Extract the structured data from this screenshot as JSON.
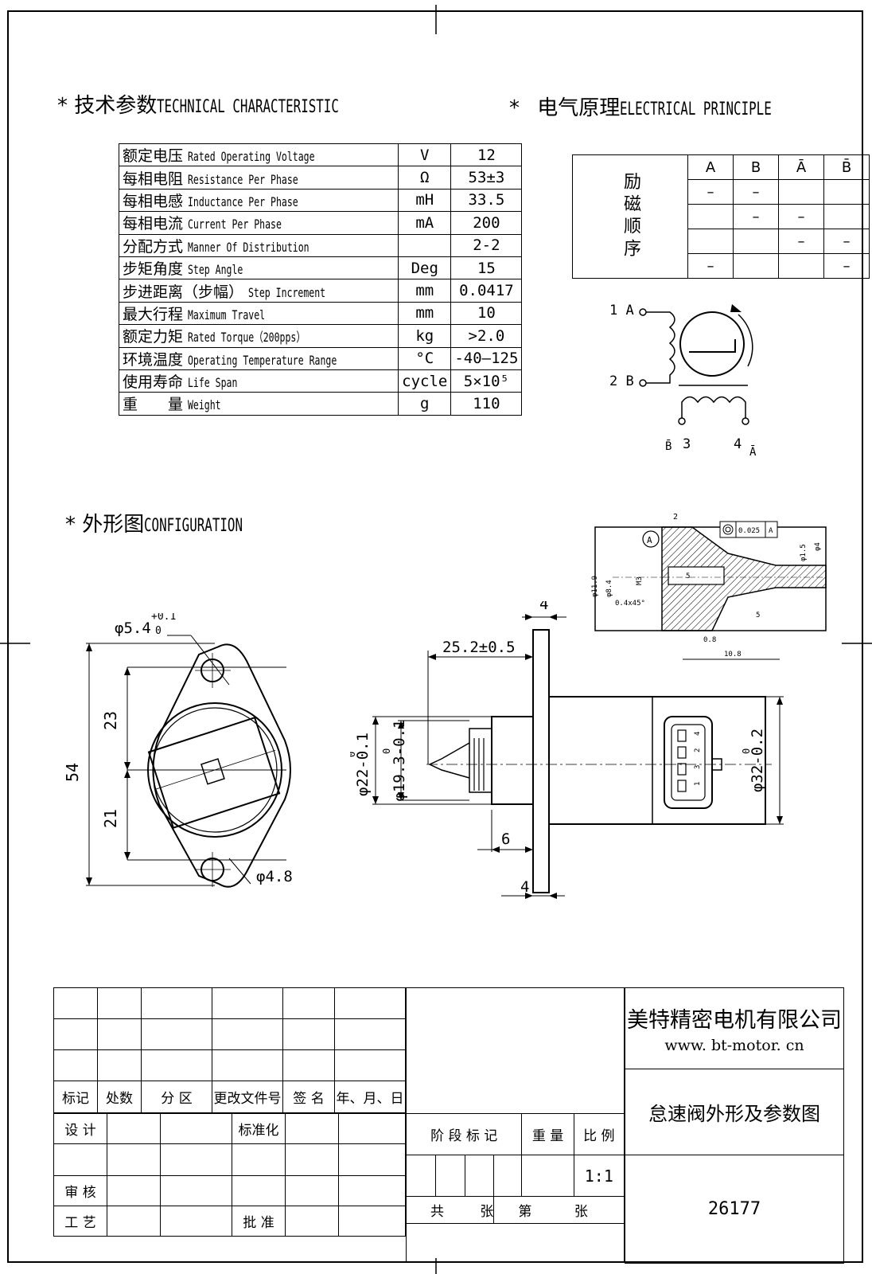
{
  "headings": {
    "tech_star": "*",
    "tech_cn": "技术参数",
    "tech_en": "TECHNICAL CHARACTERISTIC",
    "elec_star": "*",
    "elec_cn": "电气原理",
    "elec_en": "ELECTRICAL PRINCIPLE",
    "config_star": "*",
    "config_cn": "外形图",
    "config_en": "CONFIGURATION"
  },
  "specs": [
    {
      "cn": "额定电压",
      "en": "Rated Operating Voltage",
      "unit": "V",
      "value": "12"
    },
    {
      "cn": "每相电阻",
      "en": "Resistance Per Phase",
      "unit": "Ω",
      "value": "53±3"
    },
    {
      "cn": "每相电感",
      "en": "Inductance Per Phase",
      "unit": "mH",
      "value": "33.5"
    },
    {
      "cn": "每相电流",
      "en": "Current Per Phase",
      "unit": "mA",
      "value": "200"
    },
    {
      "cn": "分配方式",
      "en": "Manner Of Distribution",
      "unit": "",
      "value": "2-2"
    },
    {
      "cn": "步矩角度",
      "en": "Step Angle",
      "unit": "Deg",
      "value": "15"
    },
    {
      "cn": "步进距离（步幅）",
      "en": "Step Increment",
      "unit": "mm",
      "value": "0.0417"
    },
    {
      "cn": "最大行程",
      "en": "Maximum Travel",
      "unit": "mm",
      "value": "10"
    },
    {
      "cn": "额定力矩",
      "en": "Rated Torque（200pps）",
      "unit": "kg",
      "value": ">2.0"
    },
    {
      "cn": "环境温度",
      "en": "Operating Temperature Range",
      "unit": "°C",
      "value": "-40—125"
    },
    {
      "cn": "使用寿命",
      "en": "Life Span",
      "unit": "cycle",
      "value": "5×10⁵"
    },
    {
      "cn": "重　　量",
      "en": "Weight",
      "unit": "g",
      "value": "110"
    }
  ],
  "phase_table": {
    "label": "励磁顺序",
    "headers": [
      "A",
      "B",
      "Ā",
      "B̄"
    ],
    "rows": [
      [
        "–",
        "–",
        "",
        ""
      ],
      [
        "",
        "–",
        "–",
        ""
      ],
      [
        "",
        "",
        "–",
        "–"
      ],
      [
        "–",
        "",
        "",
        "–"
      ]
    ]
  },
  "wiring": {
    "pin1": "1 A",
    "pin2": "2 B",
    "pin3": "3",
    "pin3_sub": "B̄",
    "pin4": "4",
    "pin4_sub": "Ā"
  },
  "dims": {
    "hole_top": "φ5.4",
    "hole_top_tol_up": "+0.1",
    "hole_top_tol_dn": "0",
    "total_height": "54",
    "upper": "23",
    "lower": "21",
    "hole_bottom": "φ4.8",
    "flange_thick": "4",
    "length": "25.2±0.5",
    "dia22": "φ22-0.1",
    "dia22_tol": "0",
    "dia19": "φ19.3-0.1",
    "dia19_tol": "0",
    "dia32": "φ32-0.2",
    "dia32_tol": "0",
    "six": "6",
    "four_bottom": "4",
    "connector_pins": [
      "4",
      "2",
      "3",
      "1"
    ]
  },
  "detail": {
    "two": "2",
    "A": "A",
    "tol": "0.025",
    "tol_ref": "A",
    "d11": "φ11.9",
    "d8": "φ8.4",
    "m3": "M3",
    "five": "5",
    "chamfer": "0.4x45°",
    "five2": "5",
    "d15": "φ1.5",
    "d4": "φ4",
    "point8": "0.8",
    "ten8": "10.8"
  },
  "title_block": {
    "rev_headers": [
      "标记",
      "处数",
      "分 区",
      "更改文件号",
      "签 名",
      "年、月、日"
    ],
    "design": "设 计",
    "standard": "标准化",
    "review": "审 核",
    "craft": "工 艺",
    "approve": "批 准",
    "stage_mark": "阶 段 标 记",
    "weight": "重 量",
    "scale": "比 例",
    "scale_value": "1:1",
    "total": "共",
    "sheets": "张",
    "sheet_no": "第",
    "sheets2": "张",
    "company": "美特精密电机有限公司",
    "website": "www. bt-motor. cn",
    "drawing_title": "怠速阀外形及参数图",
    "drawing_no": "26177"
  }
}
